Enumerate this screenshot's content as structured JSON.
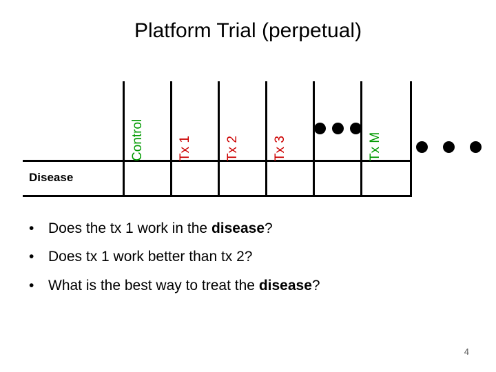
{
  "slide": {
    "title": "Platform Trial (perpetual)",
    "page_number": "4"
  },
  "table": {
    "row_label": "Disease",
    "columns": [
      {
        "label": "Control",
        "color": "#009900"
      },
      {
        "label": "Tx 1",
        "color": "#cc0000"
      },
      {
        "label": "Tx 2",
        "color": "#cc0000"
      },
      {
        "label": "Tx 3",
        "color": "#cc0000"
      },
      {
        "label": "",
        "color": "#000000"
      },
      {
        "label": "Tx M",
        "color": "#009900"
      }
    ],
    "ellipsis_dots": 3,
    "trailing_dots": 3
  },
  "bullets": [
    {
      "pre": "Does the tx 1 work in the ",
      "bold": "disease",
      "post": "?"
    },
    {
      "pre": "Does tx 1 work better than tx 2?",
      "bold": "",
      "post": ""
    },
    {
      "pre": "What is the best way to treat the ",
      "bold": "disease",
      "post": "?"
    }
  ]
}
